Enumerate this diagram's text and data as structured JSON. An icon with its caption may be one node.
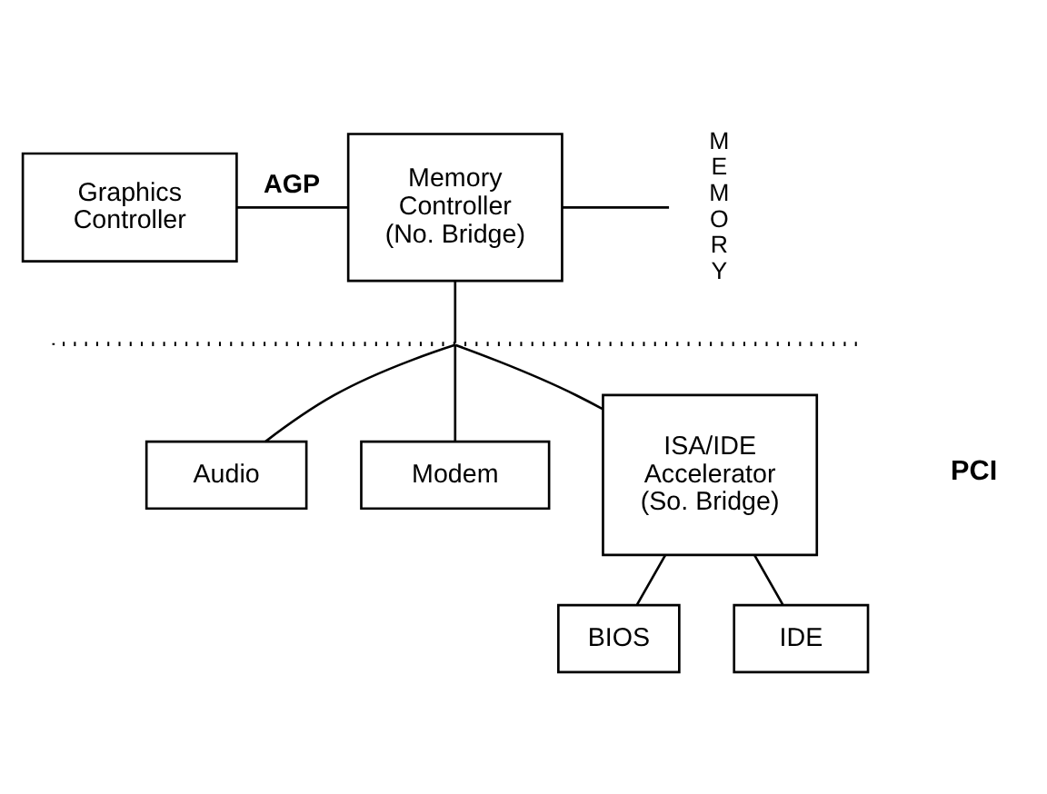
{
  "diagram": {
    "nodes": [
      {
        "text": [
          "Graphics Controller"
        ]
      },
      {
        "text": [
          "Memory Controller (No. Bridge)"
        ]
      },
      {
        "text": [
          "MEMORY"
        ]
      },
      {
        "text": [],
        "shape": "bar"
      },
      {
        "text": [
          "Audio"
        ]
      },
      {
        "text": [
          "Modem"
        ]
      },
      {
        "text": [
          "ISA/IDE Accelerator (So. Bridge)"
        ]
      },
      {
        "text": [
          "BIOS"
        ]
      },
      {
        "text": [
          "IDE"
        ]
      }
    ],
    "edges": [
      {
        "from": 0,
        "to": 1,
        "arrow": "none",
        "label": "AGP"
      },
      {
        "from": 1,
        "to": 2,
        "arrow": "none"
      },
      {
        "from": 1,
        "to": 3,
        "arrow": "none"
      },
      {
        "from": 3,
        "to": 4,
        "arrow": "none"
      },
      {
        "from": 3,
        "to": 5,
        "arrow": "none"
      },
      {
        "from": 3,
        "to": 6,
        "arrow": "none"
      },
      {
        "from": 6,
        "to": 7,
        "arrow": "none"
      },
      {
        "from": 6,
        "to": 8,
        "arrow": "none"
      }
    ],
    "labels": [
      "PCI"
    ]
  }
}
